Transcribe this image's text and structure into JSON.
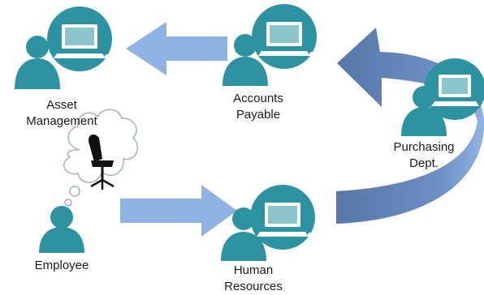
{
  "nodes": {
    "asset_management": {
      "line1": "Asset",
      "line2": "Management"
    },
    "accounts_payable": {
      "line1": "Accounts",
      "line2": "Payable"
    },
    "purchasing": {
      "line1": "Purchasing",
      "line2": "Dept."
    },
    "employee": {
      "line1": "Employee"
    },
    "human_resources": {
      "line1": "Human",
      "line2": "Resources"
    }
  },
  "icons": {
    "person": "person-icon",
    "computer": "computer-icon",
    "chair": "office-chair-icon",
    "thought": "thought-bubble-icon"
  },
  "colors": {
    "person": "#2e93a0",
    "circle": "#2e93a0",
    "screen": "#ffffff",
    "arrow_light": "#8fb4e3",
    "arrow_dark": "#5877a8",
    "chair": "#111111"
  }
}
